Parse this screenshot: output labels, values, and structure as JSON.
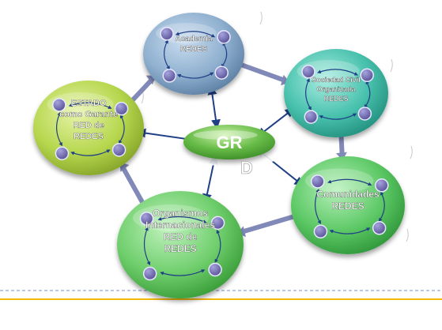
{
  "diagram": {
    "center": {
      "lines": [
        "GR",
        "D"
      ]
    },
    "nodes": [
      {
        "id": "academia",
        "lines": [
          "Academia",
          "REDES"
        ]
      },
      {
        "id": "sociedad",
        "lines": [
          "Sociedad Civil",
          "Organizada",
          "REDES"
        ]
      },
      {
        "id": "comunidades",
        "lines": [
          "Comunidades",
          "REDES"
        ]
      },
      {
        "id": "organismos",
        "lines": [
          "Organismos",
          "Internacionales",
          "RED de",
          "REDES"
        ]
      },
      {
        "id": "estado",
        "lines": [
          "ESTADO",
          "como Garante",
          "RED de",
          "REDES"
        ]
      }
    ]
  },
  "colors": {
    "academia": "#8fb0cf",
    "sociedad": "#48c1ad",
    "comunidades": "#5cc865",
    "organismos": "#6fce6c",
    "estado": "#b6d74e",
    "center": "#66bb47",
    "satellite": "#7570b3",
    "arrow_blue": "#1f3f86",
    "connector": "#8189b9",
    "dashed_line": "#7b8fc9",
    "gold_line": "#f2b90b"
  }
}
